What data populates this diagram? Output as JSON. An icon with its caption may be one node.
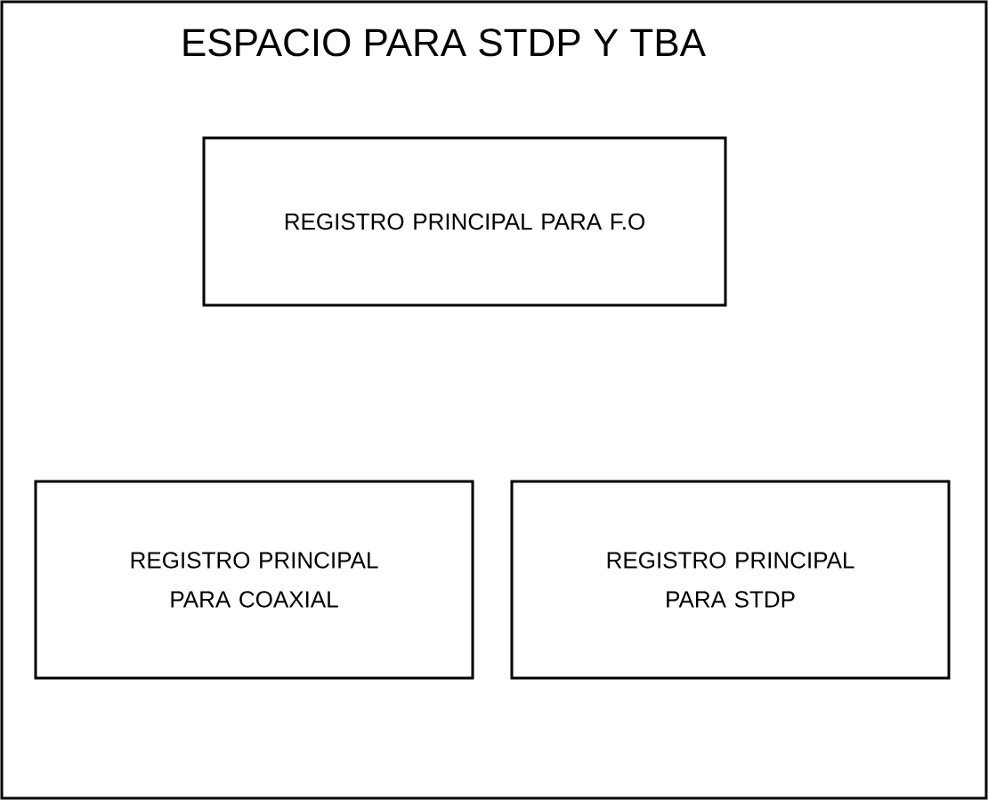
{
  "diagram": {
    "nodes": [
      {
        "text": [
          "ESPACIO PARA STDP Y TBA"
        ]
      },
      {
        "text": [
          "REGISTRO PRINCIPAL PARA F.O"
        ],
        "in": 0
      },
      {
        "text": [
          "REGISTRO PRINCIPAL PARA COAXIAL"
        ],
        "in": 0
      },
      {
        "text": [
          "REGISTRO PRINCIPAL PARA STDP"
        ],
        "in": 0
      }
    ]
  }
}
